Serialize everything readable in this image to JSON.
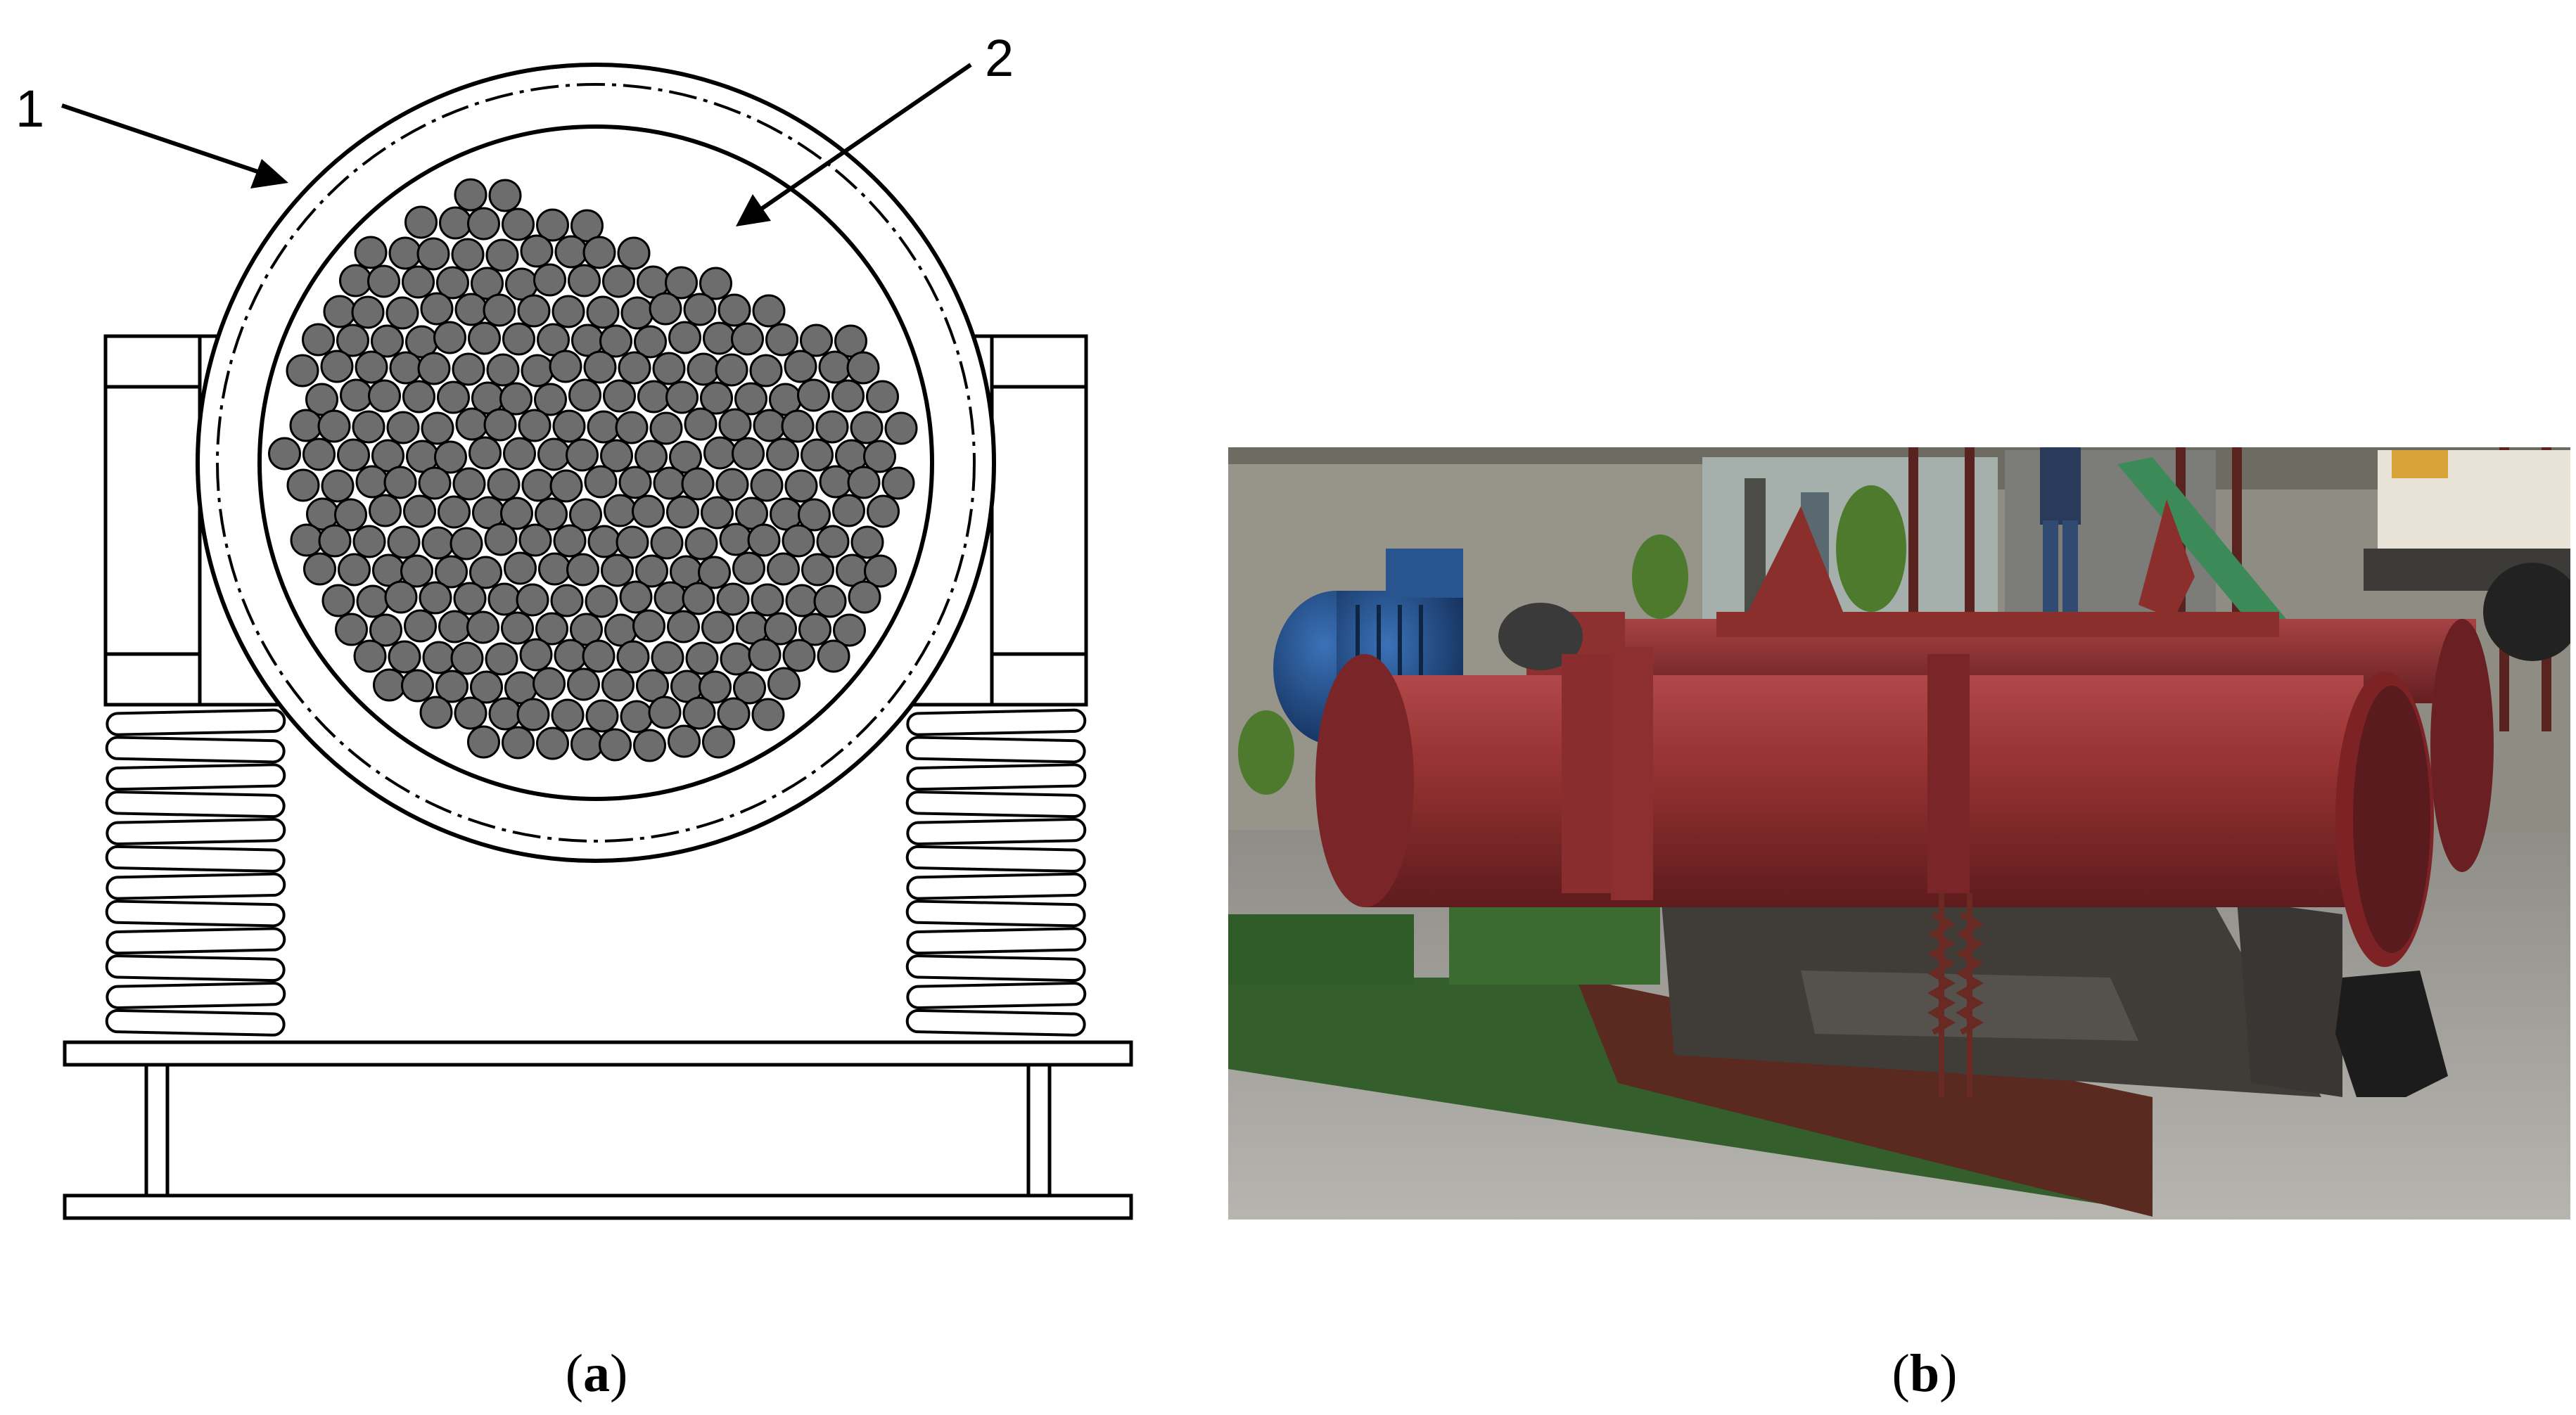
{
  "panel_a": {
    "callouts": [
      "1",
      "2"
    ],
    "caption": {
      "open": "(",
      "letter": "a",
      "close": ")"
    }
  },
  "panel_b": {
    "caption": {
      "open": "(",
      "letter": "b",
      "close": ")"
    }
  },
  "colors": {
    "line": "#000000",
    "ball_fill": "#6d6d6d",
    "drum_red": "#8e2a2a",
    "frame_green": "#3f6a31",
    "motor_blue": "#1e4a86",
    "ground": "#a8a6a1",
    "wall": "#8f8f86"
  }
}
